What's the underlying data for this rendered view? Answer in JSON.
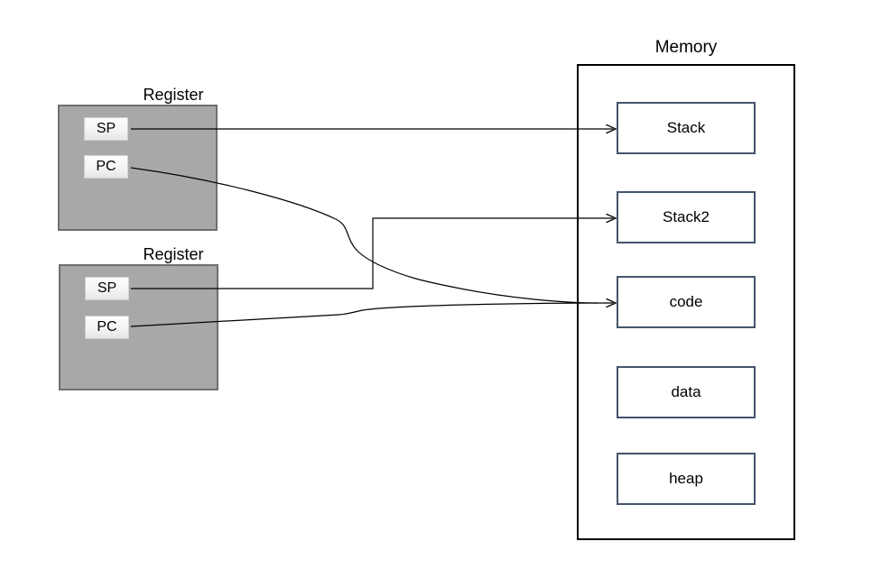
{
  "diagram": {
    "registers": [
      {
        "title": "Register",
        "fields": [
          {
            "label": "SP"
          },
          {
            "label": "PC"
          }
        ]
      },
      {
        "title": "Register",
        "fields": [
          {
            "label": "SP"
          },
          {
            "label": "PC"
          }
        ]
      }
    ],
    "memory": {
      "title": "Memory",
      "segments": [
        {
          "label": "Stack"
        },
        {
          "label": "Stack2"
        },
        {
          "label": "code"
        },
        {
          "label": "data"
        },
        {
          "label": "heap"
        }
      ]
    },
    "connections": [
      {
        "from": "register-1.SP",
        "to": "Stack",
        "style": "straight-arrow"
      },
      {
        "from": "register-1.PC",
        "to": "code",
        "style": "curved-arrow"
      },
      {
        "from": "register-2.SP",
        "to": "Stack2",
        "style": "elbow-arrow"
      },
      {
        "from": "register-2.PC",
        "to": "code",
        "style": "curved-arrow"
      }
    ],
    "colors": {
      "background": "#ffffff",
      "register_fill": "#a8a8a8",
      "register_border": "#6f6f6f",
      "field_fill": "#f4f4f4",
      "field_border": "#cfcfcf",
      "memory_border": "#000000",
      "segment_border": "#44546a",
      "connector": "#000000",
      "text": "#000000"
    }
  }
}
